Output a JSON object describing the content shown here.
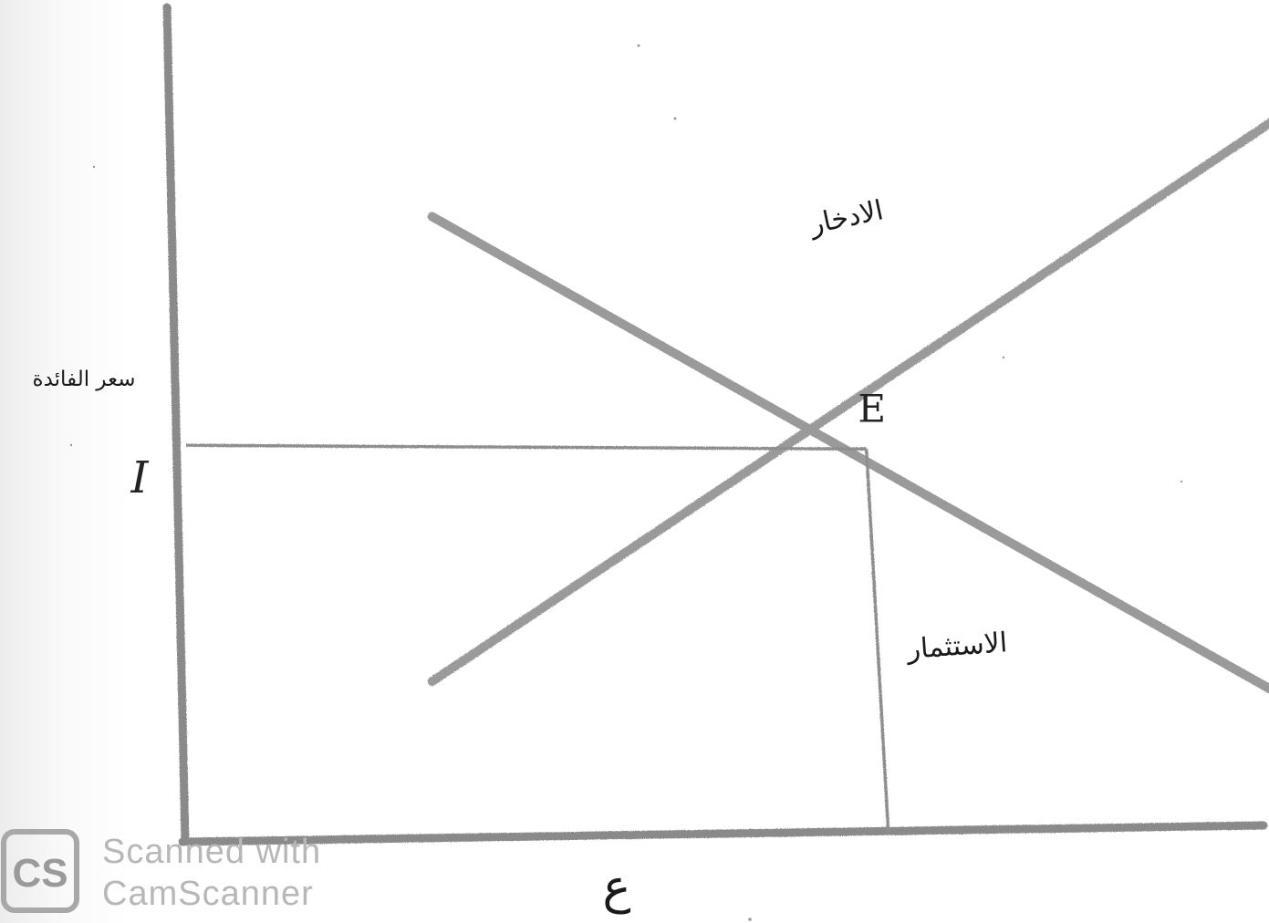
{
  "chart_data": {
    "type": "line",
    "title": "",
    "ylabel": "سعر الفائدة",
    "xlabel": "",
    "ylim": [
      0,
      10
    ],
    "xlim": [
      0,
      10
    ],
    "series": [
      {
        "name": "الادخار",
        "values": [
          [
            2.3,
            1.9
          ],
          [
            10.1,
            8.7
          ]
        ]
      },
      {
        "name": "الاستثمار",
        "values": [
          [
            2.3,
            7.5
          ],
          [
            10.3,
            1.6
          ]
        ]
      }
    ],
    "equilibrium": {
      "label": "E",
      "x": 6.3,
      "y": 4.7
    },
    "y_tick_label": "I",
    "x_tick_label": "ع",
    "grid": false,
    "legend": "none"
  },
  "watermark": {
    "logo": "CS",
    "line1": "Scanned with",
    "line2": "CamScanner"
  },
  "colors": {
    "ink": "#7d7d7d",
    "line": "#9a9a9a"
  }
}
